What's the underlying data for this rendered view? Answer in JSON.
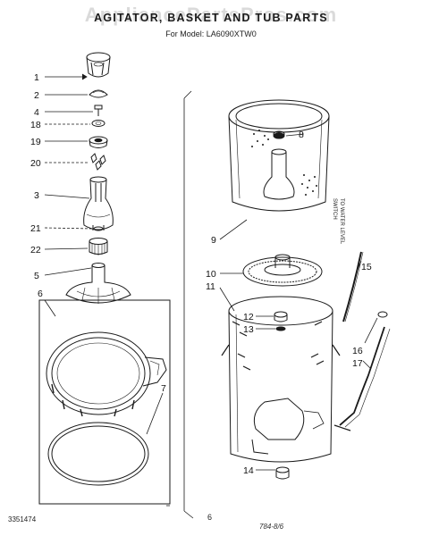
{
  "watermark": "AppliancePartsPros.com",
  "title": "AGITATOR, BASKET AND TUB PARTS",
  "model_line": "For Model: LA6090XTW0",
  "doc_number": "3351474",
  "page_number": "6",
  "handwritten_note": "784-8/6",
  "side_note": [
    "TO WATER LEVEL",
    "SWITCH"
  ],
  "callouts": [
    "1",
    "2",
    "4",
    "18",
    "19",
    "20",
    "3",
    "21",
    "22",
    "5",
    "6",
    "7",
    "8",
    "9",
    "10",
    "11",
    "12",
    "13",
    "14",
    "15",
    "16",
    "17"
  ]
}
